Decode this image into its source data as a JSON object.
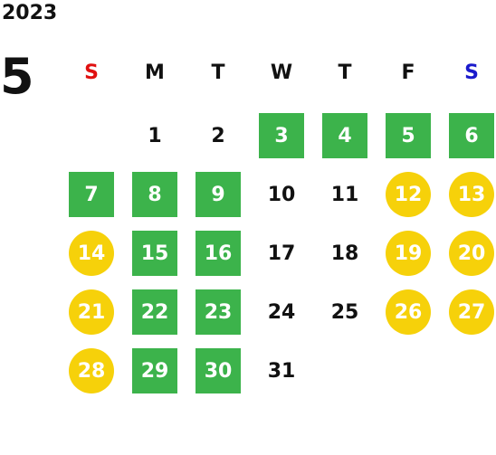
{
  "year": "2023",
  "month": "5",
  "weekdays": [
    {
      "label": "S",
      "color": "#e01010"
    },
    {
      "label": "M",
      "color": "#111111"
    },
    {
      "label": "T",
      "color": "#111111"
    },
    {
      "label": "W",
      "color": "#111111"
    },
    {
      "label": "T",
      "color": "#111111"
    },
    {
      "label": "F",
      "color": "#111111"
    },
    {
      "label": "S",
      "color": "#1a1acc"
    }
  ],
  "colors": {
    "green": "#3cb34b",
    "yellow": "#f6d10a"
  },
  "days": [
    {
      "day": "1",
      "style": "plain"
    },
    {
      "day": "2",
      "style": "plain"
    },
    {
      "day": "3",
      "style": "green"
    },
    {
      "day": "4",
      "style": "green"
    },
    {
      "day": "5",
      "style": "green"
    },
    {
      "day": "6",
      "style": "green"
    },
    {
      "day": "7",
      "style": "green"
    },
    {
      "day": "8",
      "style": "green"
    },
    {
      "day": "9",
      "style": "green"
    },
    {
      "day": "10",
      "style": "plain"
    },
    {
      "day": "11",
      "style": "plain"
    },
    {
      "day": "12",
      "style": "yellow"
    },
    {
      "day": "13",
      "style": "yellow"
    },
    {
      "day": "14",
      "style": "yellow"
    },
    {
      "day": "15",
      "style": "green"
    },
    {
      "day": "16",
      "style": "green"
    },
    {
      "day": "17",
      "style": "plain"
    },
    {
      "day": "18",
      "style": "plain"
    },
    {
      "day": "19",
      "style": "yellow"
    },
    {
      "day": "20",
      "style": "yellow"
    },
    {
      "day": "21",
      "style": "yellow"
    },
    {
      "day": "22",
      "style": "green"
    },
    {
      "day": "23",
      "style": "green"
    },
    {
      "day": "24",
      "style": "plain"
    },
    {
      "day": "25",
      "style": "plain"
    },
    {
      "day": "26",
      "style": "yellow"
    },
    {
      "day": "27",
      "style": "yellow"
    },
    {
      "day": "28",
      "style": "yellow"
    },
    {
      "day": "29",
      "style": "green"
    },
    {
      "day": "30",
      "style": "green"
    },
    {
      "day": "31",
      "style": "plain"
    }
  ]
}
